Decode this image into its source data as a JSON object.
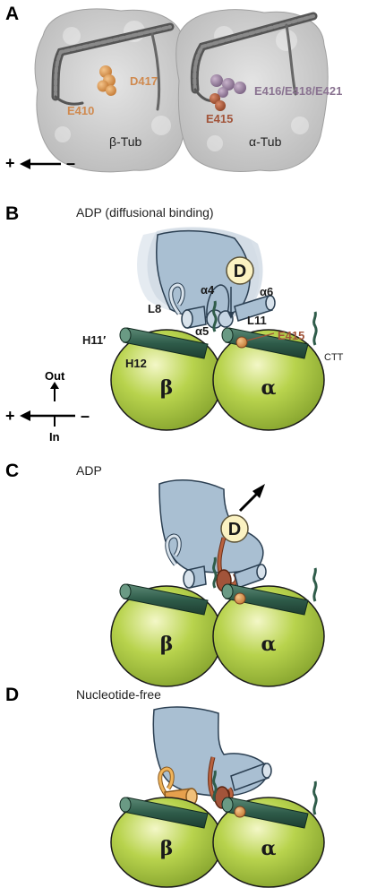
{
  "panels": {
    "A": {
      "letter": "A",
      "residues": {
        "d417": "D417",
        "e410": "E410",
        "e415": "E415",
        "e416_e418_e421": "E416/E418/E421"
      },
      "subunits": {
        "beta": "β-Tub",
        "alpha": "α-Tub"
      },
      "polarity": {
        "plus": "+",
        "minus": "–"
      }
    },
    "B": {
      "letter": "B",
      "title": "ADP (diffusional binding)",
      "labels": {
        "nucleotide": "D",
        "alpha4": "α4",
        "alpha6": "α6",
        "alpha5": "α5",
        "l8": "L8",
        "l11": "L11",
        "h11p": "H11′",
        "h12": "H12",
        "e415": "E415",
        "ctt": "CTT",
        "beta": "β",
        "alpha": "α"
      },
      "axes": {
        "out": "Out",
        "in": "In",
        "plus": "+",
        "minus": "–"
      }
    },
    "C": {
      "letter": "C",
      "title": "ADP",
      "labels": {
        "nucleotide": "D",
        "beta": "β",
        "alpha": "α"
      }
    },
    "D": {
      "letter": "D",
      "title": "Nucleotide-free",
      "labels": {
        "beta": "β",
        "alpha": "α"
      }
    }
  },
  "colors": {
    "tubulin_green": "#a9c93e",
    "helix_dark_green": "#2f5c4a",
    "motor_blue": "#a9bfd2",
    "nucleotide_cream": "#fbf2c2",
    "residue_orange": "#d4894a",
    "residue_brown": "#a2543a",
    "residue_purple": "#8a7391",
    "loop_orange": "#e6a04d",
    "surface_gray": "#c8c8c8"
  }
}
